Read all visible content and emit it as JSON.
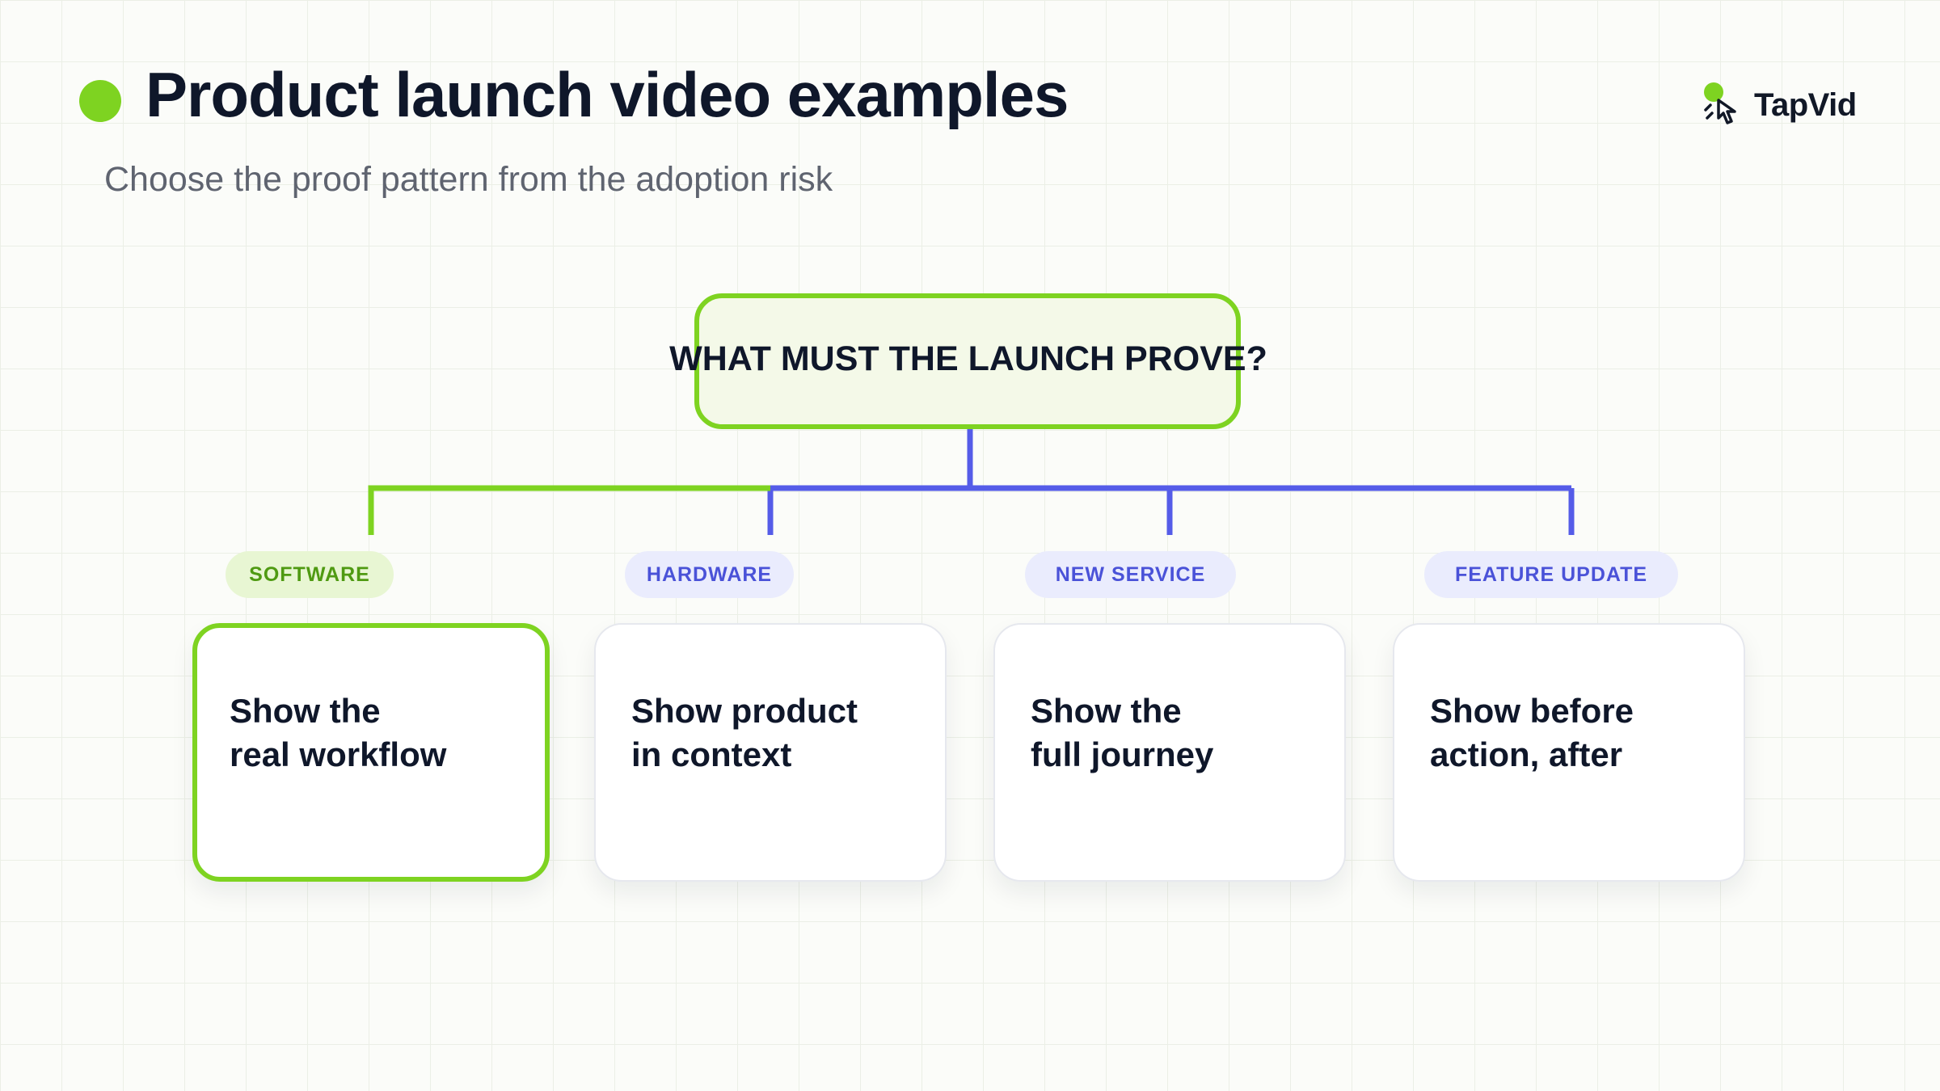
{
  "header": {
    "title": "Product launch video examples",
    "subtitle": "Choose the proof pattern from the adoption risk"
  },
  "brand": {
    "name": "TapVid",
    "icon": "tap-hand-icon"
  },
  "diagram": {
    "root_label": "WHAT MUST THE LAUNCH PROVE?",
    "branches": [
      {
        "tag": "SOFTWARE",
        "line1": "Show the",
        "line2": "real workflow",
        "highlighted": true
      },
      {
        "tag": "HARDWARE",
        "line1": "Show product",
        "line2": "in context",
        "highlighted": false
      },
      {
        "tag": "NEW SERVICE",
        "line1": "Show the",
        "line2": "full journey",
        "highlighted": false
      },
      {
        "tag": "FEATURE UPDATE",
        "line1": "Show before",
        "line2": "action, after",
        "highlighted": false
      }
    ]
  },
  "colors": {
    "accent_green": "#7ed321",
    "connector_blue": "#555ce8",
    "text_dark": "#0f172a"
  }
}
